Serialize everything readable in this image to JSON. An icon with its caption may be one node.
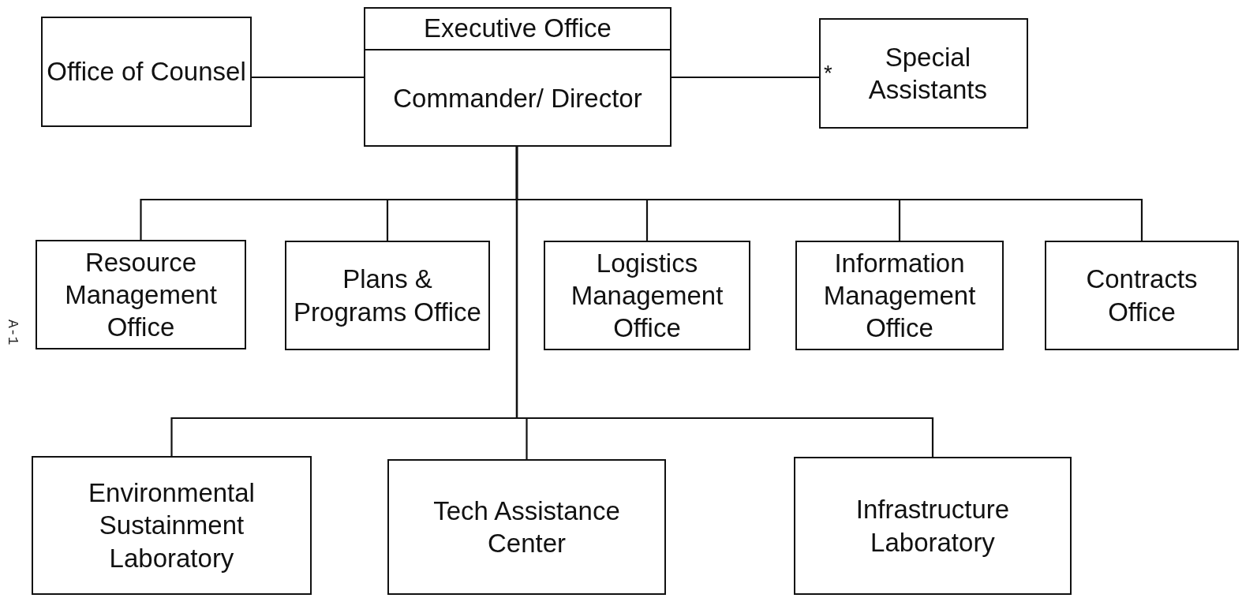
{
  "diagram": {
    "nodes": [
      {
        "text": [
          "Executive Office",
          "Commander/ Director"
        ]
      },
      {
        "text": [
          "Office of Counsel"
        ]
      },
      {
        "text": [
          "$^{*}$ Special Assistants"
        ]
      },
      {
        "text": [
          "Resource Management Office"
        ]
      },
      {
        "text": [
          "Plans & Programs Office"
        ]
      },
      {
        "text": [
          "Logistics Management Office"
        ]
      },
      {
        "text": [
          "Information Management Office"
        ]
      },
      {
        "text": [
          "Contracts Office"
        ]
      },
      {
        "text": [
          "Environmental Sustainment Laboratory"
        ]
      },
      {
        "text": [
          "Tech Assistance Center"
        ]
      },
      {
        "text": [
          "Infrastructure Laboratory"
        ]
      }
    ],
    "edges": [
      {
        "from": 0,
        "to": 1,
        "arrow": "none"
      },
      {
        "from": 0,
        "to": 2,
        "arrow": "none"
      },
      {
        "from": 0,
        "to": 3,
        "arrow": "none"
      },
      {
        "from": 0,
        "to": 4,
        "arrow": "none"
      },
      {
        "from": 0,
        "to": 5,
        "arrow": "none"
      },
      {
        "from": 0,
        "to": 6,
        "arrow": "none"
      },
      {
        "from": 0,
        "to": 7,
        "arrow": "none"
      },
      {
        "from": 0,
        "to": 8,
        "arrow": "none"
      },
      {
        "from": 0,
        "to": 9,
        "arrow": "none"
      },
      {
        "from": 0,
        "to": 10,
        "arrow": "none"
      }
    ],
    "labels": [
      "A-1"
    ]
  }
}
